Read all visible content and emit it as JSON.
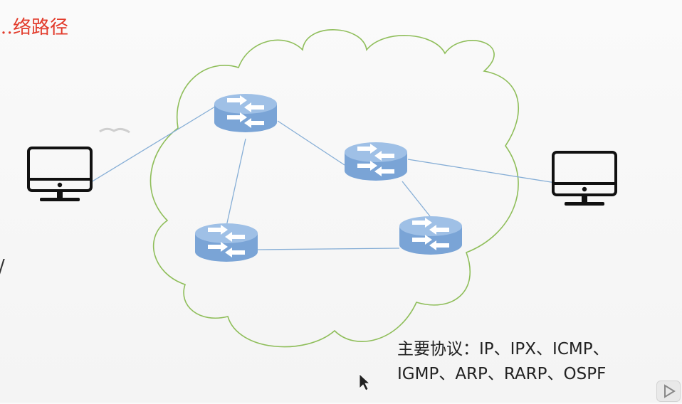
{
  "title": "…络路径",
  "protocols": {
    "line1": "主要协议：IP、IPX、ICMP、",
    "line2": "IGMP、ARP、RARP、OSPF"
  },
  "side_mark": "/",
  "colors": {
    "title": "#e23a2a",
    "cloud_stroke": "#8fbe5a",
    "router_fill": "#7aa4d6",
    "router_top": "#9fc0e6",
    "link": "#86aed6",
    "computer": "#111111"
  },
  "icons": [
    "router-icon",
    "computer-icon",
    "cloud-icon",
    "mouse-cursor-icon",
    "play-icon"
  ]
}
